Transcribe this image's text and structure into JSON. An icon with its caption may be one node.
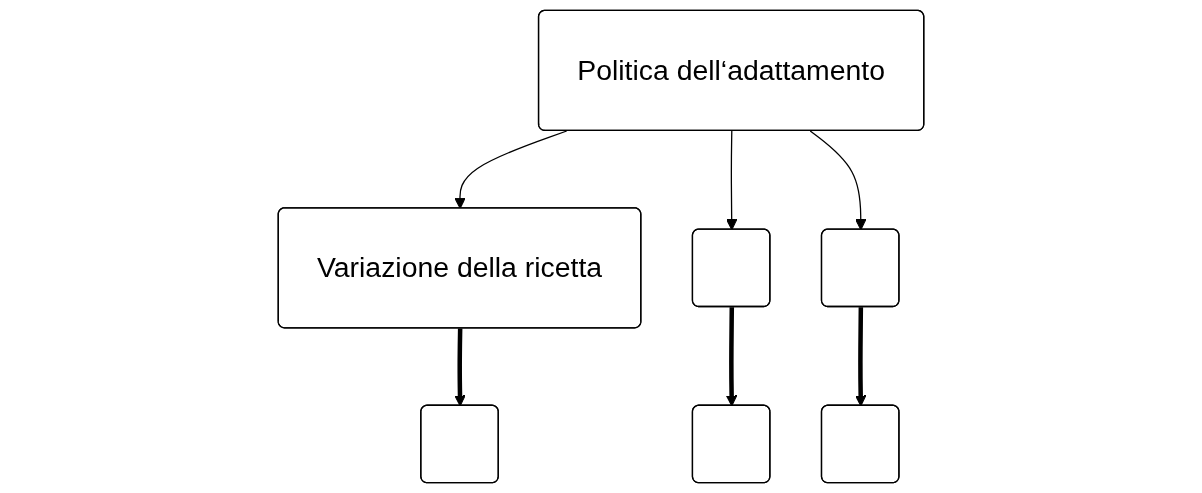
{
  "diagram": {
    "nodes": [
      {
        "text": [
          "Politica dell‘adattamento"
        ]
      },
      {
        "text": [
          "Variazione della ricetta"
        ]
      },
      {
        "text": [],
        "shape": "box"
      },
      {
        "text": [],
        "shape": "box"
      },
      {
        "text": [],
        "shape": "box"
      },
      {
        "text": [],
        "shape": "box"
      },
      {
        "text": [],
        "shape": "box"
      }
    ],
    "edges": [
      {
        "from": 0,
        "to": 1,
        "arrow": "to"
      },
      {
        "from": 0,
        "to": 2,
        "arrow": "to"
      },
      {
        "from": 0,
        "to": 3,
        "arrow": "to"
      },
      {
        "from": 1,
        "to": 4,
        "arrow": "to",
        "style": "thick"
      },
      {
        "from": 2,
        "to": 5,
        "arrow": "to",
        "style": "thick"
      },
      {
        "from": 3,
        "to": 6,
        "arrow": "to",
        "style": "thick"
      }
    ]
  }
}
